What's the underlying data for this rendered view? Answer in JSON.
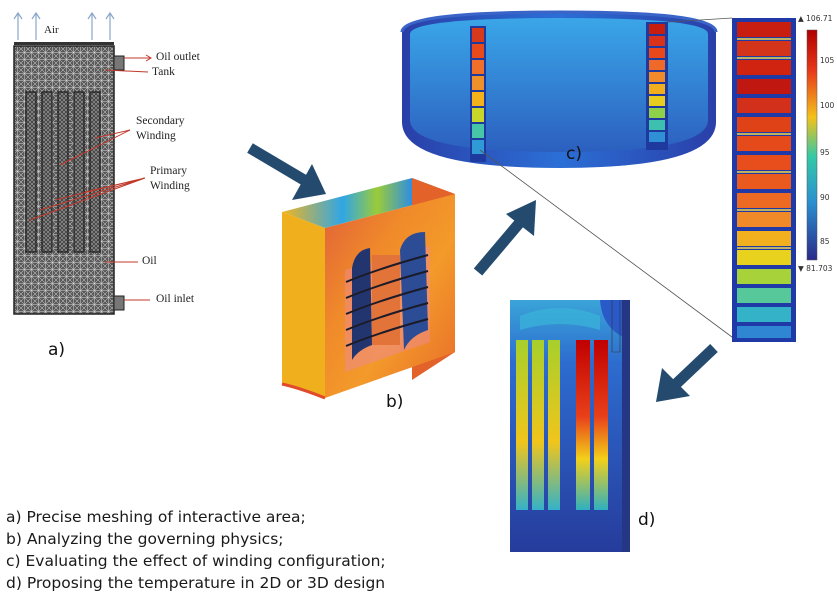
{
  "panel_a": {
    "top_label": "Air",
    "labels": {
      "oil_outlet": "Oil outlet",
      "tank": "Tank",
      "secondary_winding": [
        "Secondary",
        "Winding"
      ],
      "primary_winding": [
        "Primary",
        "Winding"
      ],
      "oil": "Oil",
      "oil_inlet": "Oil inlet"
    },
    "letter": "a)"
  },
  "panel_b": {
    "letter": "b)"
  },
  "panel_c": {
    "letter": "c)",
    "colorbar": {
      "max": "▲ 106.71",
      "min": "▼ 81.703",
      "ticks": [
        "105",
        "100",
        "95",
        "90",
        "85"
      ]
    }
  },
  "panel_d": {
    "letter": "d)"
  },
  "captions": [
    "a)  Precise meshing of interactive area;",
    "b)  Analyzing the governing physics;",
    "c)  Evaluating the effect of winding configuration;",
    "d)  Proposing the temperature in 2D or 3D design"
  ],
  "colors": {
    "arrow": "#244a6e",
    "annotation": "#c0392b",
    "hot": "#d62414",
    "cold": "#1e3a9e"
  }
}
